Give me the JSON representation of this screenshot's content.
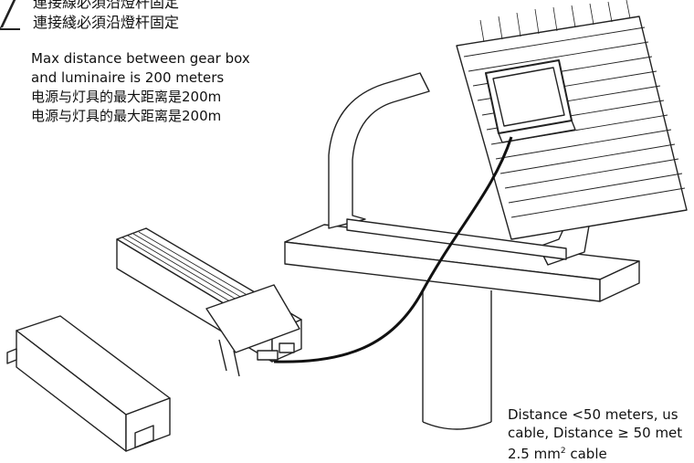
{
  "header": {
    "line1": "連接線必須沿燈杆固定",
    "line2": "連接綫必須沿燈杆固定"
  },
  "distance_note": {
    "line1": "Max distance between gear box",
    "line2": "and luminaire is 200 meters",
    "line3": "电源与灯具的最大距离是200m",
    "line4": "电源与灯具的最大距离是200m"
  },
  "cable_note": {
    "line1": "Distance <50 meters, us",
    "line2": "cable, Distance ≥ 50 met",
    "line3_prefix": "2.5 mm",
    "line3_sup": "2",
    "line3_suffix": " cable"
  },
  "icons": [
    "warning-triangle-icon"
  ]
}
